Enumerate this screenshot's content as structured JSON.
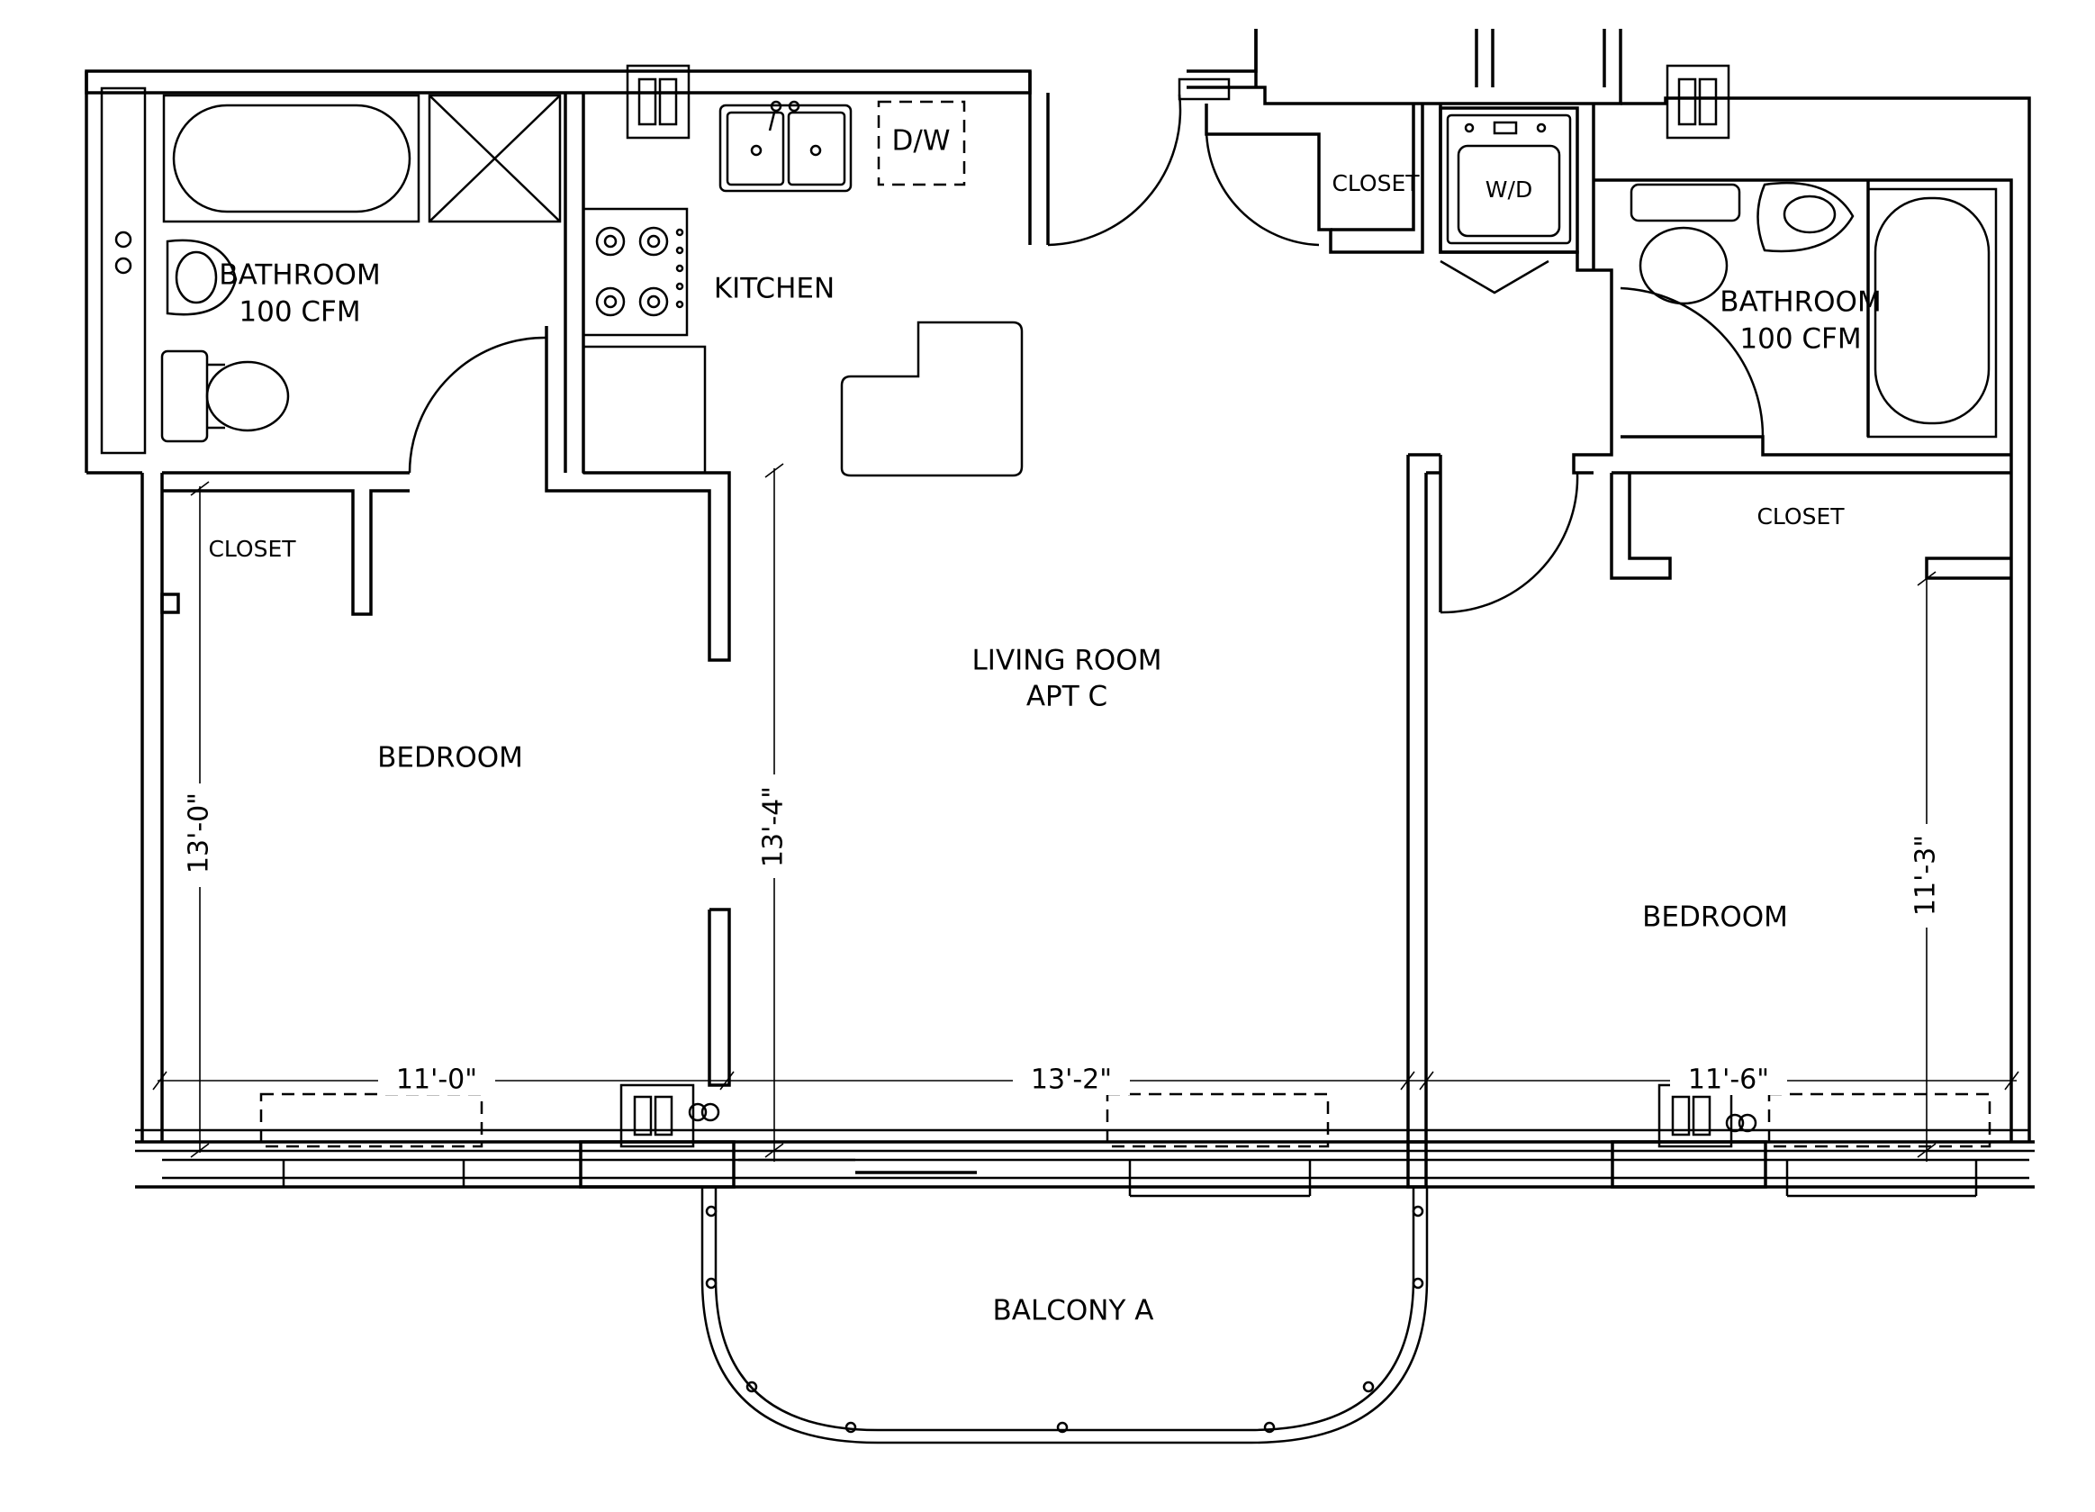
{
  "plan": {
    "unit_title": "APT C",
    "rooms": {
      "bathroom_left": "BATHROOM",
      "bathroom_left_fan": "100 CFM",
      "closet_left": "CLOSET",
      "kitchen": "KITCHEN",
      "dishwasher": "D/W",
      "bedroom_left": "BEDROOM",
      "living_room": "LIVING ROOM",
      "closet_center": "CLOSET",
      "washer_dryer": "W/D",
      "bathroom_right": "BATHROOM",
      "bathroom_right_fan": "100 CFM",
      "closet_right": "CLOSET",
      "bedroom_right": "BEDROOM",
      "balcony": "BALCONY A"
    },
    "dimensions": {
      "bedroom_left_width": "11'-0\"",
      "bedroom_left_depth": "13'-0\"",
      "living_width": "13'-2\"",
      "living_depth": "13'-4\"",
      "bedroom_right_width": "11'-6\"",
      "bedroom_right_depth": "11'-3\""
    }
  }
}
